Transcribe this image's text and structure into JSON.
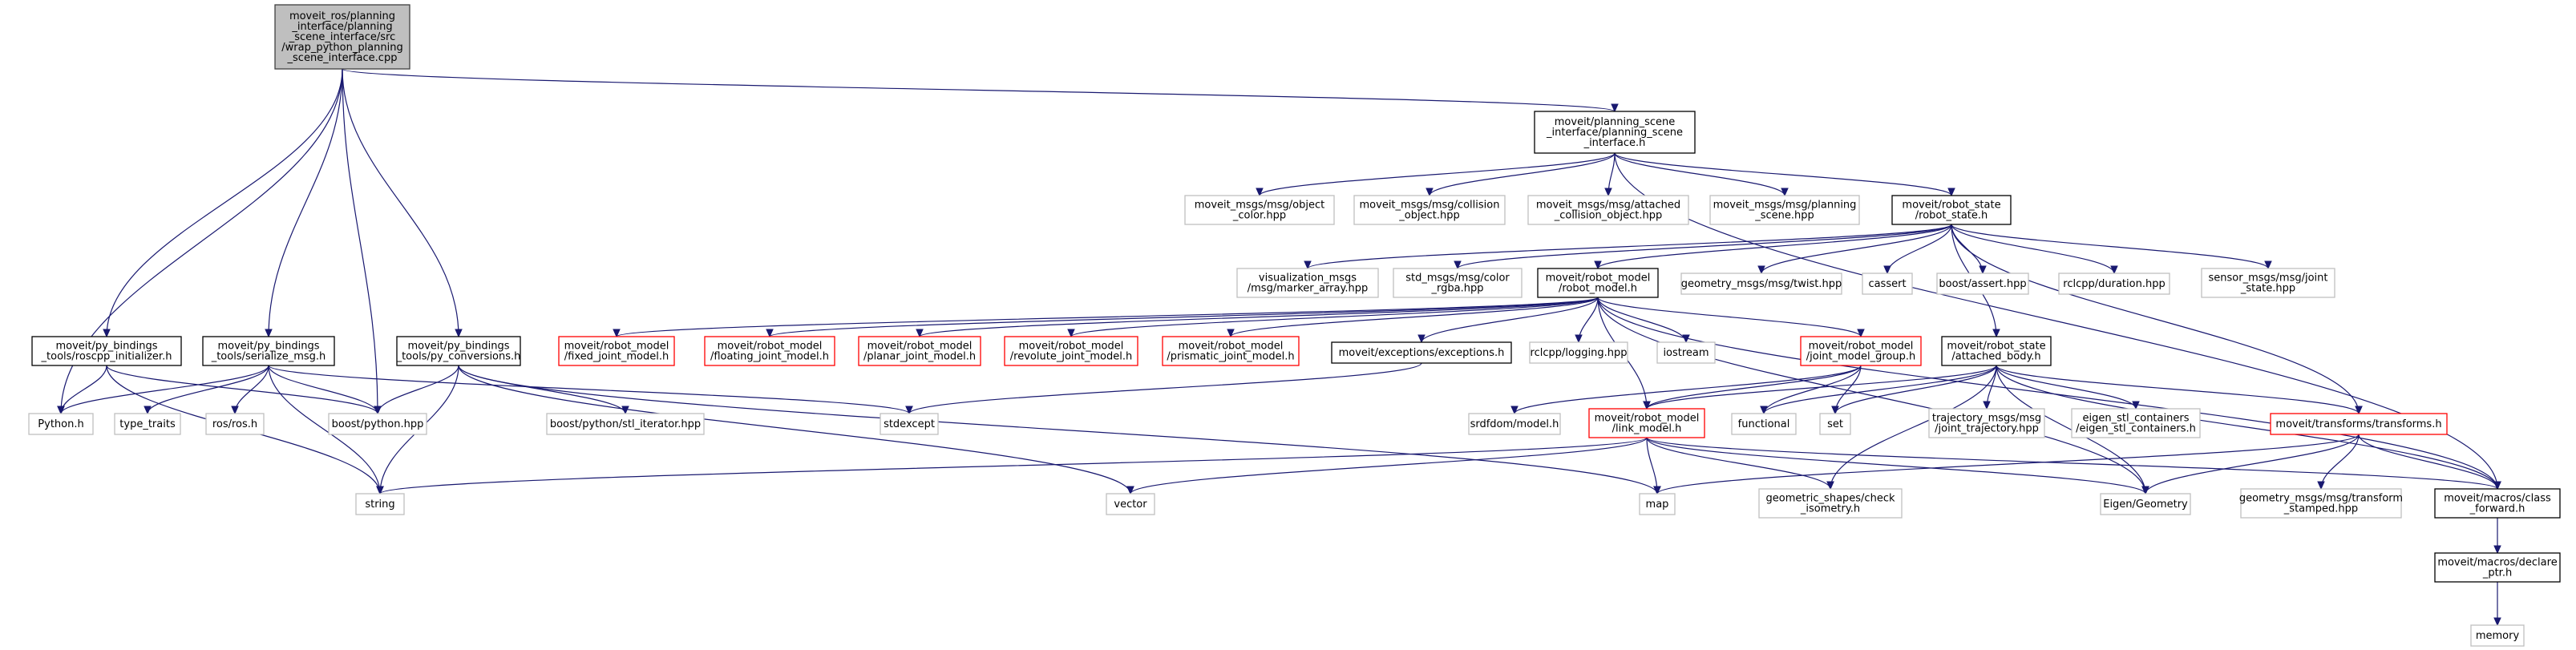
{
  "colors": {
    "edge": "#191970",
    "root_fill": "#bfbfbf",
    "root_border": "#404040",
    "documented_border": "#000000",
    "external_border": "#bfbfbf",
    "undocumented_border": "#ff0000"
  },
  "nodes": [
    {
      "id": "root",
      "lines": [
        "moveit_ros/planning",
        "_interface/planning",
        "_scene_interface/src",
        "/wrap_python_planning",
        "_scene_interface.cpp"
      ],
      "kind": "root"
    },
    {
      "id": "psi",
      "lines": [
        "moveit/planning_scene",
        "_interface/planning_scene",
        "_interface.h"
      ],
      "kind": "documented"
    },
    {
      "id": "roscpp_init",
      "lines": [
        "moveit/py_bindings",
        "_tools/roscpp_initializer.h"
      ],
      "kind": "documented"
    },
    {
      "id": "serialize",
      "lines": [
        "moveit/py_bindings",
        "_tools/serialize_msg.h"
      ],
      "kind": "documented"
    },
    {
      "id": "py_conv",
      "lines": [
        "moveit/py_bindings",
        "_tools/py_conversions.h"
      ],
      "kind": "documented"
    },
    {
      "id": "python_h",
      "lines": [
        "Python.h"
      ],
      "kind": "external"
    },
    {
      "id": "boost_python",
      "lines": [
        "boost/python.hpp"
      ],
      "kind": "external"
    },
    {
      "id": "obj_color",
      "lines": [
        "moveit_msgs/msg/object",
        "_color.hpp"
      ],
      "kind": "external"
    },
    {
      "id": "coll_obj",
      "lines": [
        "moveit_msgs/msg/collision",
        "_object.hpp"
      ],
      "kind": "external"
    },
    {
      "id": "att_coll",
      "lines": [
        "moveit_msgs/msg/attached",
        "_collision_object.hpp"
      ],
      "kind": "external"
    },
    {
      "id": "ps_msg",
      "lines": [
        "moveit_msgs/msg/planning",
        "_scene.hpp"
      ],
      "kind": "external"
    },
    {
      "id": "robot_state",
      "lines": [
        "moveit/robot_state",
        "/robot_state.h"
      ],
      "kind": "documented"
    },
    {
      "id": "marker",
      "lines": [
        "visualization_msgs",
        "/msg/marker_array.hpp"
      ],
      "kind": "external"
    },
    {
      "id": "color_rgba",
      "lines": [
        "std_msgs/msg/color",
        "_rgba.hpp"
      ],
      "kind": "external"
    },
    {
      "id": "robot_model",
      "lines": [
        "moveit/robot_model",
        "/robot_model.h"
      ],
      "kind": "documented"
    },
    {
      "id": "twist",
      "lines": [
        "geometry_msgs/msg/twist.hpp"
      ],
      "kind": "external"
    },
    {
      "id": "cassert",
      "lines": [
        "cassert"
      ],
      "kind": "external"
    },
    {
      "id": "boost_assert",
      "lines": [
        "boost/assert.hpp"
      ],
      "kind": "external"
    },
    {
      "id": "duration",
      "lines": [
        "rclcpp/duration.hpp"
      ],
      "kind": "external"
    },
    {
      "id": "sensor_js",
      "lines": [
        "sensor_msgs/msg/joint",
        "_state.hpp"
      ],
      "kind": "external"
    },
    {
      "id": "fixed_jm",
      "lines": [
        "moveit/robot_model",
        "/fixed_joint_model.h"
      ],
      "kind": "undocumented"
    },
    {
      "id": "float_jm",
      "lines": [
        "moveit/robot_model",
        "/floating_joint_model.h"
      ],
      "kind": "undocumented"
    },
    {
      "id": "planar_jm",
      "lines": [
        "moveit/robot_model",
        "/planar_joint_model.h"
      ],
      "kind": "undocumented"
    },
    {
      "id": "rev_jm",
      "lines": [
        "moveit/robot_model",
        "/revolute_joint_model.h"
      ],
      "kind": "undocumented"
    },
    {
      "id": "pris_jm",
      "lines": [
        "moveit/robot_model",
        "/prismatic_joint_model.h"
      ],
      "kind": "undocumented"
    },
    {
      "id": "exceptions",
      "lines": [
        "moveit/exceptions/exceptions.h"
      ],
      "kind": "documented"
    },
    {
      "id": "logging",
      "lines": [
        "rclcpp/logging.hpp"
      ],
      "kind": "external"
    },
    {
      "id": "iostream",
      "lines": [
        "iostream"
      ],
      "kind": "external"
    },
    {
      "id": "jmg",
      "lines": [
        "moveit/robot_model",
        "/joint_model_group.h"
      ],
      "kind": "undocumented"
    },
    {
      "id": "attached",
      "lines": [
        "moveit/robot_state",
        "/attached_body.h"
      ],
      "kind": "documented"
    },
    {
      "id": "type_traits",
      "lines": [
        "type_traits"
      ],
      "kind": "external"
    },
    {
      "id": "ros_h",
      "lines": [
        "ros/ros.h"
      ],
      "kind": "external"
    },
    {
      "id": "stl_iter",
      "lines": [
        "boost/python/stl_iterator.hpp"
      ],
      "kind": "external"
    },
    {
      "id": "stdexcept",
      "lines": [
        "stdexcept"
      ],
      "kind": "external"
    },
    {
      "id": "srdf",
      "lines": [
        "srdfdom/model.h"
      ],
      "kind": "external"
    },
    {
      "id": "link_model",
      "lines": [
        "moveit/robot_model",
        "/link_model.h"
      ],
      "kind": "undocumented"
    },
    {
      "id": "functional",
      "lines": [
        "functional"
      ],
      "kind": "external"
    },
    {
      "id": "set",
      "lines": [
        "set"
      ],
      "kind": "external"
    },
    {
      "id": "traj_msgs",
      "lines": [
        "trajectory_msgs/msg",
        "/joint_trajectory.hpp"
      ],
      "kind": "external"
    },
    {
      "id": "eigen_stl",
      "lines": [
        "eigen_stl_containers",
        "/eigen_stl_containers.h"
      ],
      "kind": "external"
    },
    {
      "id": "transforms",
      "lines": [
        "moveit/transforms/transforms.h"
      ],
      "kind": "undocumented"
    },
    {
      "id": "string",
      "lines": [
        "string"
      ],
      "kind": "external"
    },
    {
      "id": "vector",
      "lines": [
        "vector"
      ],
      "kind": "external"
    },
    {
      "id": "map",
      "lines": [
        "map"
      ],
      "kind": "external"
    },
    {
      "id": "check_iso",
      "lines": [
        "geometric_shapes/check",
        "_isometry.h"
      ],
      "kind": "external"
    },
    {
      "id": "eigen_geo",
      "lines": [
        "Eigen/Geometry"
      ],
      "kind": "external"
    },
    {
      "id": "tf_stamped",
      "lines": [
        "geometry_msgs/msg/transform",
        "_stamped.hpp"
      ],
      "kind": "external"
    },
    {
      "id": "class_fwd",
      "lines": [
        "moveit/macros/class",
        "_forward.h"
      ],
      "kind": "documented"
    },
    {
      "id": "declare_ptr",
      "lines": [
        "moveit/macros/declare",
        "_ptr.h"
      ],
      "kind": "documented"
    },
    {
      "id": "memory",
      "lines": [
        "memory"
      ],
      "kind": "external"
    }
  ],
  "edges": [
    [
      "root",
      "psi"
    ],
    [
      "root",
      "roscpp_init"
    ],
    [
      "root",
      "serialize"
    ],
    [
      "root",
      "py_conv"
    ],
    [
      "root",
      "python_h"
    ],
    [
      "root",
      "boost_python"
    ],
    [
      "psi",
      "obj_color"
    ],
    [
      "psi",
      "coll_obj"
    ],
    [
      "psi",
      "att_coll"
    ],
    [
      "psi",
      "ps_msg"
    ],
    [
      "psi",
      "robot_state"
    ],
    [
      "psi",
      "class_fwd"
    ],
    [
      "roscpp_init",
      "python_h"
    ],
    [
      "roscpp_init",
      "boost_python"
    ],
    [
      "roscpp_init",
      "string"
    ],
    [
      "serialize",
      "python_h"
    ],
    [
      "serialize",
      "type_traits"
    ],
    [
      "serialize",
      "ros_h"
    ],
    [
      "serialize",
      "boost_python"
    ],
    [
      "serialize",
      "string"
    ],
    [
      "serialize",
      "stdexcept"
    ],
    [
      "py_conv",
      "boost_python"
    ],
    [
      "py_conv",
      "stl_iter"
    ],
    [
      "py_conv",
      "string"
    ],
    [
      "py_conv",
      "vector"
    ],
    [
      "py_conv",
      "map"
    ],
    [
      "robot_state",
      "marker"
    ],
    [
      "robot_state",
      "color_rgba"
    ],
    [
      "robot_state",
      "robot_model"
    ],
    [
      "robot_state",
      "twist"
    ],
    [
      "robot_state",
      "cassert"
    ],
    [
      "robot_state",
      "boost_assert"
    ],
    [
      "robot_state",
      "duration"
    ],
    [
      "robot_state",
      "sensor_js"
    ],
    [
      "robot_state",
      "attached"
    ],
    [
      "robot_state",
      "transforms"
    ],
    [
      "robot_model",
      "fixed_jm"
    ],
    [
      "robot_model",
      "float_jm"
    ],
    [
      "robot_model",
      "planar_jm"
    ],
    [
      "robot_model",
      "rev_jm"
    ],
    [
      "robot_model",
      "pris_jm"
    ],
    [
      "robot_model",
      "exceptions"
    ],
    [
      "robot_model",
      "logging"
    ],
    [
      "robot_model",
      "iostream"
    ],
    [
      "robot_model",
      "jmg"
    ],
    [
      "robot_model",
      "link_model"
    ],
    [
      "robot_model",
      "eigen_geo"
    ],
    [
      "robot_model",
      "class_fwd"
    ],
    [
      "exceptions",
      "stdexcept"
    ],
    [
      "jmg",
      "srdf"
    ],
    [
      "jmg",
      "link_model"
    ],
    [
      "jmg",
      "functional"
    ],
    [
      "jmg",
      "set"
    ],
    [
      "attached",
      "link_model"
    ],
    [
      "attached",
      "functional"
    ],
    [
      "attached",
      "set"
    ],
    [
      "attached",
      "traj_msgs"
    ],
    [
      "attached",
      "eigen_stl"
    ],
    [
      "attached",
      "transforms"
    ],
    [
      "attached",
      "check_iso"
    ],
    [
      "attached",
      "eigen_geo"
    ],
    [
      "attached",
      "class_fwd"
    ],
    [
      "link_model",
      "string"
    ],
    [
      "link_model",
      "vector"
    ],
    [
      "link_model",
      "map"
    ],
    [
      "link_model",
      "check_iso"
    ],
    [
      "link_model",
      "eigen_geo"
    ],
    [
      "link_model",
      "class_fwd"
    ],
    [
      "transforms",
      "map"
    ],
    [
      "transforms",
      "eigen_geo"
    ],
    [
      "transforms",
      "tf_stamped"
    ],
    [
      "transforms",
      "class_fwd"
    ],
    [
      "class_fwd",
      "declare_ptr"
    ],
    [
      "declare_ptr",
      "memory"
    ]
  ]
}
